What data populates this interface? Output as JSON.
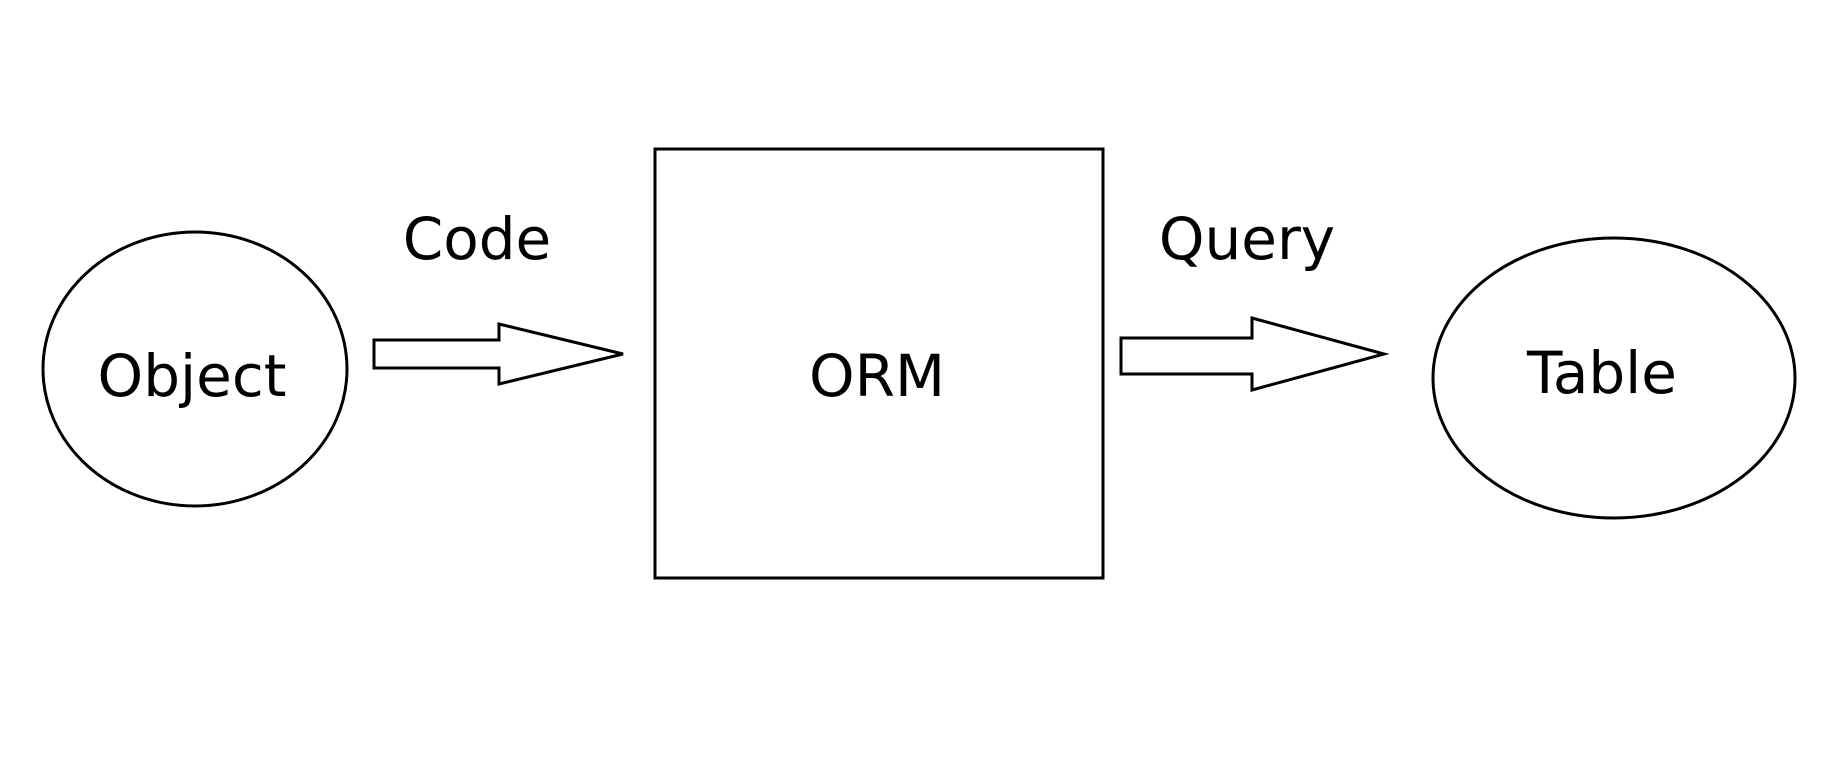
{
  "nodes": {
    "object": {
      "label": "Object"
    },
    "orm": {
      "label": "ORM"
    },
    "table": {
      "label": "Table"
    }
  },
  "edges": {
    "object_to_orm": {
      "label": "Code"
    },
    "orm_to_table": {
      "label": "Query"
    }
  },
  "colors": {
    "stroke": "#000000",
    "background": "#ffffff"
  }
}
